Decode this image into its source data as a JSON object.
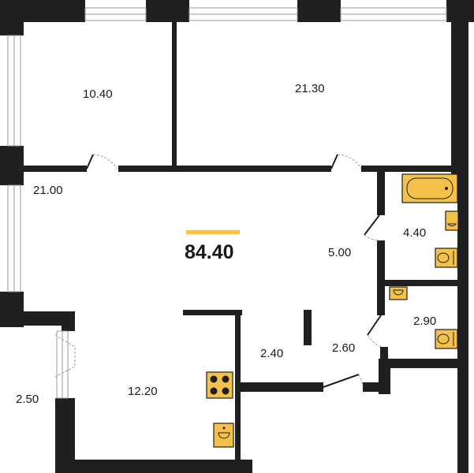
{
  "total_area": "84.40",
  "accent_color": "#f4c24a",
  "rooms": [
    {
      "id": "bedroom-1",
      "area": "10.40"
    },
    {
      "id": "bedroom-2",
      "area": "21.30"
    },
    {
      "id": "living-room",
      "area": "21.00"
    },
    {
      "id": "hallway",
      "area": "5.00"
    },
    {
      "id": "bathroom",
      "area": "4.40"
    },
    {
      "id": "toilet",
      "area": "2.90"
    },
    {
      "id": "storage",
      "area": "2.40"
    },
    {
      "id": "entry",
      "area": "2.60"
    },
    {
      "id": "kitchen",
      "area": "12.20"
    },
    {
      "id": "balcony",
      "area": "2.50"
    }
  ]
}
